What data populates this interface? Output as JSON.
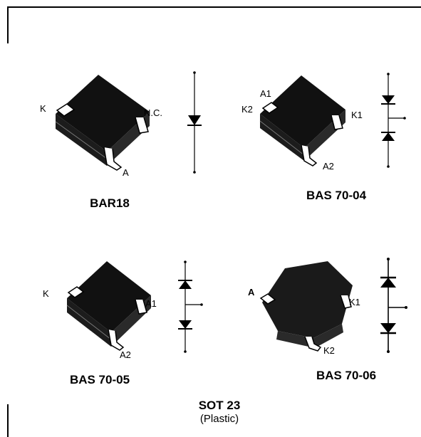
{
  "packages": [
    {
      "id": "bar18",
      "caption": "BAR18",
      "pins": {
        "left": "K",
        "right": "N.C.",
        "bottom": "A"
      }
    },
    {
      "id": "bas7004",
      "caption": "BAS 70-04",
      "pins": {
        "top": "A1",
        "left": "K2",
        "right": "K1",
        "bottom": "A2"
      }
    },
    {
      "id": "bas7005",
      "caption": "BAS 70-05",
      "pins": {
        "left": "K",
        "right": "A1",
        "bottom": "A2"
      }
    },
    {
      "id": "bas7006",
      "caption": "BAS 70-06",
      "pins": {
        "left": "A",
        "right": "K1",
        "bottom": "K2"
      }
    }
  ],
  "footer": {
    "title": "SOT 23",
    "subtitle": "(Plastic)"
  }
}
